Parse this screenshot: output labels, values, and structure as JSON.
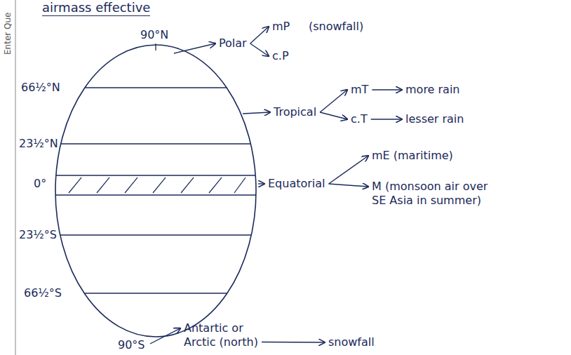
{
  "diagram": {
    "title": "airmass effective",
    "labels": [
      "90°N",
      "Polar",
      "mP",
      "(snowfall)",
      "c.P",
      "66½°N",
      "Tropical",
      "mT",
      "more rain",
      "c.T",
      "lesser rain",
      "23½°N",
      "Equatorial",
      "mE (maritime)",
      "M (monsoon air over SE Asia in summer)",
      "0°",
      "23½°S",
      "66½°S",
      "90°S",
      "Antartic or Arctic (north)",
      "snowfall",
      "Enter Que"
    ]
  }
}
